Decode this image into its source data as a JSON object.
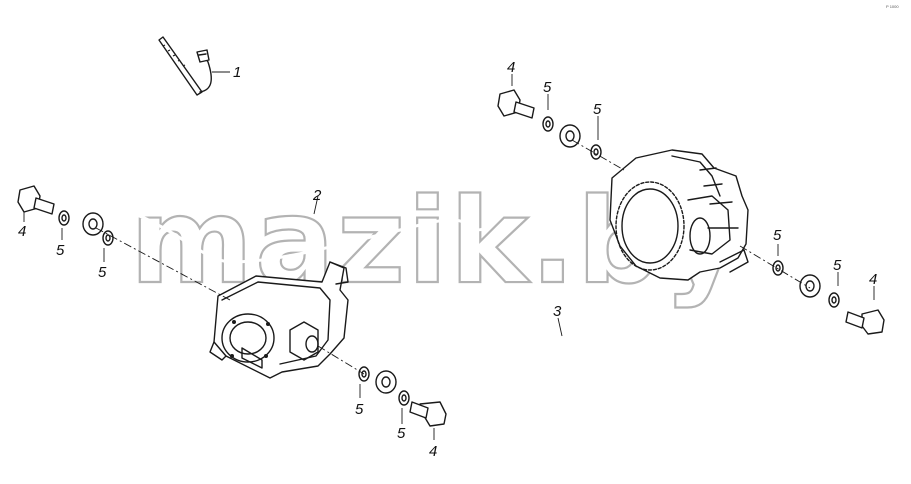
{
  "watermark": "mazik.by",
  "corner_mark": "P 1000",
  "callouts": [
    {
      "id": "c1",
      "label": "1"
    },
    {
      "id": "c2",
      "label": "2"
    },
    {
      "id": "c3",
      "label": "3"
    },
    {
      "id": "c4a",
      "label": "4"
    },
    {
      "id": "c4b",
      "label": "4"
    },
    {
      "id": "c4c",
      "label": "4"
    },
    {
      "id": "c4d",
      "label": "4"
    },
    {
      "id": "c5a",
      "label": "5"
    },
    {
      "id": "c5b",
      "label": "5"
    },
    {
      "id": "c5c",
      "label": "5"
    },
    {
      "id": "c5d",
      "label": "5"
    },
    {
      "id": "c5e",
      "label": "5"
    },
    {
      "id": "c5f",
      "label": "5"
    },
    {
      "id": "c5g",
      "label": "5"
    },
    {
      "id": "c5h",
      "label": "5"
    }
  ]
}
